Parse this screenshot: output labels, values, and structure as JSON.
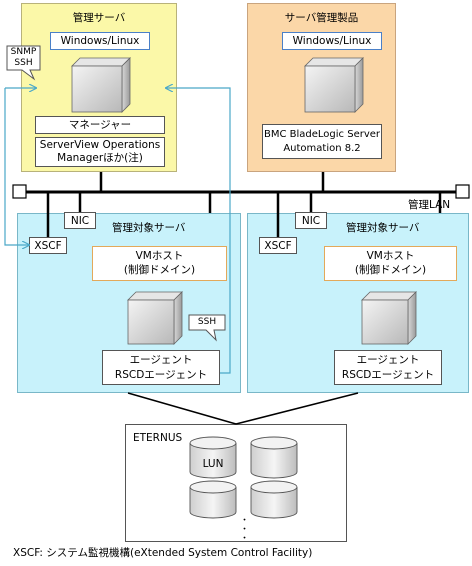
{
  "management_server": {
    "title": "管理サーバ",
    "os": "Windows/Linux",
    "manager": "マネージャー",
    "serverview_line1": "ServerView Operations",
    "serverview_line2": "Managerほか(注)",
    "protocol_line1": "SNMP",
    "protocol_line2": "SSH"
  },
  "server_management_product": {
    "title": "サーバ管理製品",
    "os": "Windows/Linux",
    "product_line1": "BMC BladeLogic Server",
    "product_line2": "Automation 8.2"
  },
  "admin_lan": {
    "label": "管理LAN"
  },
  "managed_servers": [
    {
      "title": "管理対象サーバ",
      "nic": "NIC",
      "xscf": "XSCF",
      "vmhost_line1": "VMホスト",
      "vmhost_line2": "(制御ドメイン)",
      "ssh": "SSH",
      "agent_line1": "エージェント",
      "agent_line2": "RSCDエージェント"
    },
    {
      "title": "管理対象サーバ",
      "nic": "NIC",
      "xscf": "XSCF",
      "vmhost_line1": "VMホスト",
      "vmhost_line2": "(制御ドメイン)",
      "agent_line1": "エージェント",
      "agent_line2": "RSCDエージェント"
    }
  ],
  "storage": {
    "title": "ETERNUS",
    "lun": "LUN",
    "ellipsis": "・・・"
  },
  "footnote": "XSCF: システム監視機構(eXtended System Control Facility)",
  "colors": {
    "management_server_bg": "#fbf8a8",
    "product_bg": "#fbd7a8",
    "managed_server_bg": "#c8f2fb",
    "os_border": "#4a80c8",
    "vmhost_border": "#e3a95a",
    "connector_color": "#4aa8c8"
  }
}
